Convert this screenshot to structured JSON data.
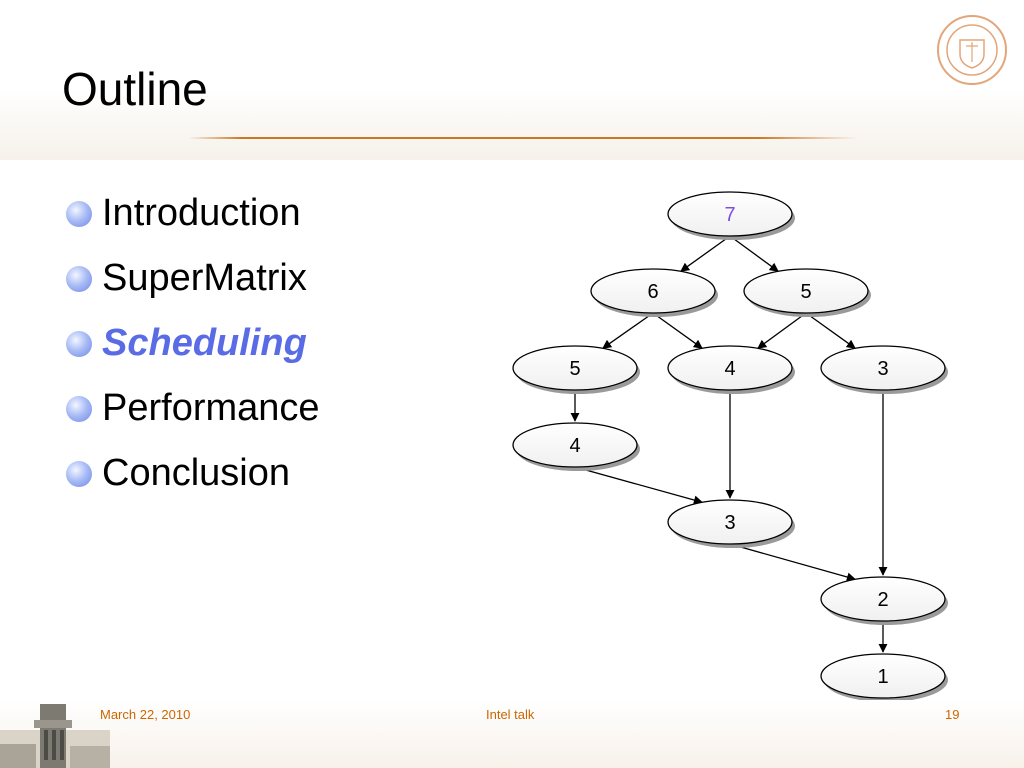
{
  "slide": {
    "title": "Outline",
    "bullets": [
      {
        "label": "Introduction",
        "active": false
      },
      {
        "label": "SuperMatrix",
        "active": false
      },
      {
        "label": "Scheduling",
        "active": true
      },
      {
        "label": "Performance",
        "active": false
      },
      {
        "label": "Conclusion",
        "active": false
      }
    ]
  },
  "graph": {
    "nodes": [
      {
        "id": "n7",
        "label": "7",
        "highlight": true
      },
      {
        "id": "n6",
        "label": "6"
      },
      {
        "id": "n5a",
        "label": "5"
      },
      {
        "id": "n5b",
        "label": "5"
      },
      {
        "id": "n4a",
        "label": "4"
      },
      {
        "id": "n3a",
        "label": "3"
      },
      {
        "id": "n4b",
        "label": "4"
      },
      {
        "id": "n3b",
        "label": "3"
      },
      {
        "id": "n2",
        "label": "2"
      },
      {
        "id": "n1",
        "label": "1"
      }
    ],
    "edges": [
      [
        "n7",
        "n6"
      ],
      [
        "n7",
        "n5a"
      ],
      [
        "n6",
        "n5b"
      ],
      [
        "n6",
        "n4a"
      ],
      [
        "n5a",
        "n4a"
      ],
      [
        "n5a",
        "n3a"
      ],
      [
        "n5b",
        "n4b"
      ],
      [
        "n4a",
        "n3b"
      ],
      [
        "n4b",
        "n3b"
      ],
      [
        "n3b",
        "n2"
      ],
      [
        "n3a",
        "n2"
      ],
      [
        "n2",
        "n1"
      ]
    ],
    "colors": {
      "highlight": "#7a4fe0",
      "text": "#000000"
    }
  },
  "footer": {
    "date": "March 22, 2010",
    "center": "Intel talk",
    "page": "19"
  },
  "colors": {
    "accent": "#cc7722",
    "bullet": "#8fa2ee",
    "active": "#5a6be6"
  },
  "icons": {
    "logo": "university-seal-icon",
    "building": "tower-icon"
  }
}
